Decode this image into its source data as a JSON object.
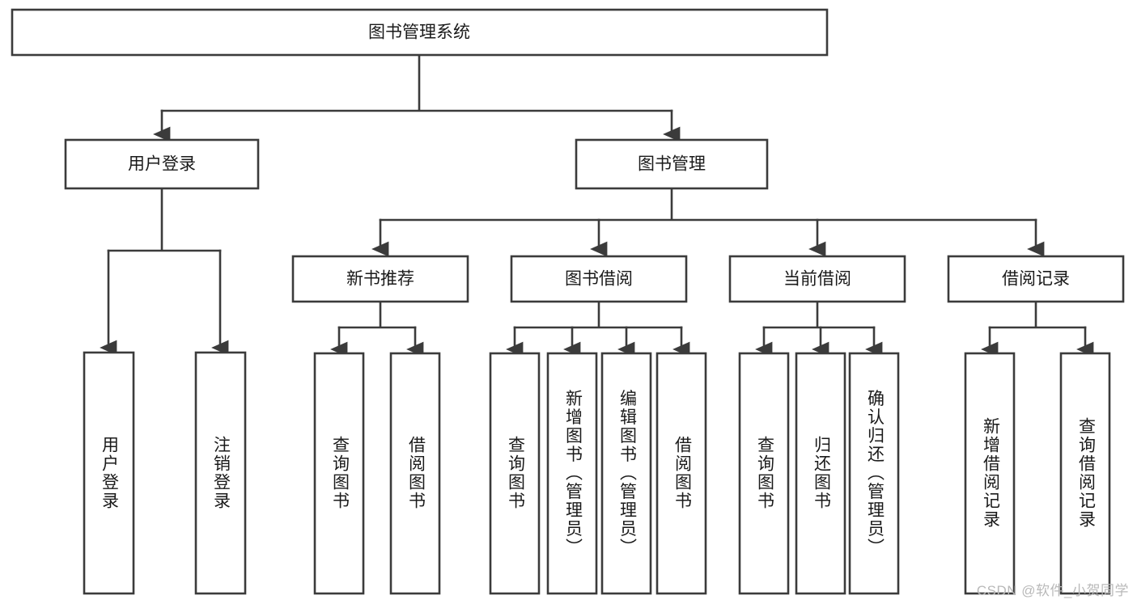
{
  "diagram": {
    "type": "tree-hierarchy",
    "title": "图书管理系统",
    "watermark": "CSDN @软件_小贺同学",
    "colors": {
      "box_stroke": "#3b3b3b",
      "box_fill": "#ffffff",
      "connector": "#3b3b3b",
      "text": "#1a1a1a",
      "watermark": "#b9b9b9",
      "background": "#ffffff"
    },
    "levels": [
      {
        "level": 1,
        "nodes": [
          {
            "id": "root",
            "label": "图书管理系统",
            "orientation": "horizontal"
          }
        ]
      },
      {
        "level": 2,
        "nodes": [
          {
            "id": "user-login",
            "label": "用户登录",
            "orientation": "horizontal",
            "parent": "root"
          },
          {
            "id": "book-manage",
            "label": "图书管理",
            "orientation": "horizontal",
            "parent": "root"
          }
        ]
      },
      {
        "level": 3,
        "nodes": [
          {
            "id": "new-book-rec",
            "label": "新书推荐",
            "orientation": "horizontal",
            "parent": "book-manage"
          },
          {
            "id": "book-borrow",
            "label": "图书借阅",
            "orientation": "horizontal",
            "parent": "book-manage"
          },
          {
            "id": "current-borrow",
            "label": "当前借阅",
            "orientation": "horizontal",
            "parent": "book-manage"
          },
          {
            "id": "borrow-record",
            "label": "借阅记录",
            "orientation": "horizontal",
            "parent": "book-manage"
          }
        ]
      },
      {
        "level": 4,
        "nodes": [
          {
            "id": "leaf-user-login",
            "label": "用户登录",
            "orientation": "vertical",
            "parent": "user-login"
          },
          {
            "id": "leaf-logout-login",
            "label": "注销登录",
            "orientation": "vertical",
            "parent": "user-login"
          },
          {
            "id": "leaf-query-book-1",
            "label": "查询图书",
            "orientation": "vertical",
            "parent": "new-book-rec"
          },
          {
            "id": "leaf-borrow-book-1",
            "label": "借阅图书",
            "orientation": "vertical",
            "parent": "new-book-rec"
          },
          {
            "id": "leaf-query-book-2",
            "label": "查询图书",
            "orientation": "vertical",
            "parent": "book-borrow"
          },
          {
            "id": "leaf-add-book",
            "label": "新增图书（管理员）",
            "orientation": "vertical",
            "parent": "book-borrow"
          },
          {
            "id": "leaf-edit-book",
            "label": "编辑图书（管理员）",
            "orientation": "vertical",
            "parent": "book-borrow"
          },
          {
            "id": "leaf-borrow-book-2",
            "label": "借阅图书",
            "orientation": "vertical",
            "parent": "book-borrow"
          },
          {
            "id": "leaf-query-book-3",
            "label": "查询图书",
            "orientation": "vertical",
            "parent": "current-borrow"
          },
          {
            "id": "leaf-return-book",
            "label": "归还图书",
            "orientation": "vertical",
            "parent": "current-borrow"
          },
          {
            "id": "leaf-confirm-return",
            "label": "确认归还（管理员）",
            "orientation": "vertical",
            "parent": "current-borrow"
          },
          {
            "id": "leaf-add-record",
            "label": "新增借阅记录",
            "orientation": "vertical",
            "parent": "borrow-record"
          },
          {
            "id": "leaf-query-record",
            "label": "查询借阅记录",
            "orientation": "vertical",
            "parent": "borrow-record"
          }
        ]
      }
    ]
  }
}
